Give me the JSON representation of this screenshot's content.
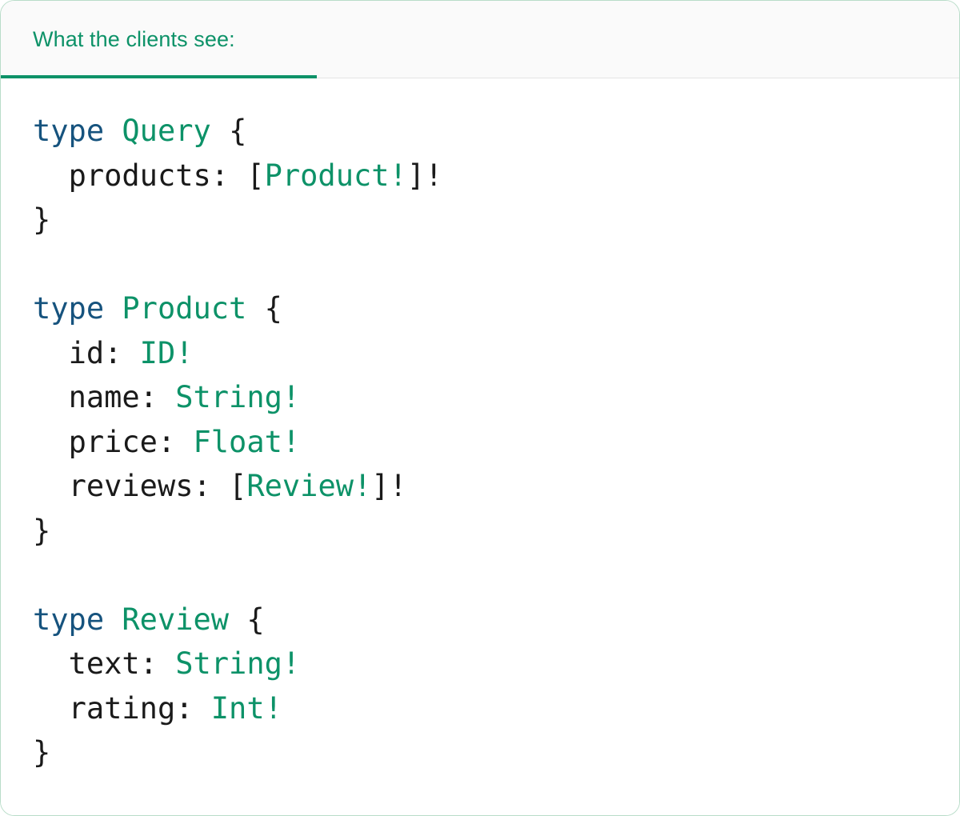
{
  "card": {
    "border_color": "#b9ddc9",
    "background": "#ffffff"
  },
  "tabs": {
    "active_index": 0,
    "accent_color": "#0d9268",
    "bar_background": "#fafafa",
    "items": [
      {
        "label": "What the clients see:"
      }
    ]
  },
  "code_block": {
    "language": "graphql",
    "colors": {
      "keyword": "#16537e",
      "type_name": "#0d9268",
      "punctuation": "#1a1a1a",
      "field": "#1a1a1a"
    },
    "raw_text": "type Query {\n  products: [Product!]!\n}\n\ntype Product {\n  id: ID!\n  name: String!\n  price: Float!\n  reviews: [Review!]!\n}\n\ntype Review {\n  text: String!\n  rating: Int!\n}",
    "lines": [
      {
        "id": "l1",
        "tokens": [
          {
            "t": "type",
            "c": "kw"
          },
          {
            "t": " ",
            "c": "plain"
          },
          {
            "t": "Query",
            "c": "type"
          },
          {
            "t": " ",
            "c": "plain"
          },
          {
            "t": "{",
            "c": "punc"
          }
        ]
      },
      {
        "id": "l2",
        "tokens": [
          {
            "t": "  ",
            "c": "plain"
          },
          {
            "t": "products:",
            "c": "field"
          },
          {
            "t": " ",
            "c": "plain"
          },
          {
            "t": "[",
            "c": "punc"
          },
          {
            "t": "Product!",
            "c": "type"
          },
          {
            "t": "]!",
            "c": "punc"
          }
        ]
      },
      {
        "id": "l3",
        "tokens": [
          {
            "t": "}",
            "c": "punc"
          }
        ]
      },
      {
        "id": "l4",
        "tokens": [
          {
            "t": "",
            "c": "plain"
          }
        ]
      },
      {
        "id": "l5",
        "tokens": [
          {
            "t": "type",
            "c": "kw"
          },
          {
            "t": " ",
            "c": "plain"
          },
          {
            "t": "Product",
            "c": "type"
          },
          {
            "t": " ",
            "c": "plain"
          },
          {
            "t": "{",
            "c": "punc"
          }
        ]
      },
      {
        "id": "l6",
        "tokens": [
          {
            "t": "  ",
            "c": "plain"
          },
          {
            "t": "id:",
            "c": "field"
          },
          {
            "t": " ",
            "c": "plain"
          },
          {
            "t": "ID!",
            "c": "type"
          }
        ]
      },
      {
        "id": "l7",
        "tokens": [
          {
            "t": "  ",
            "c": "plain"
          },
          {
            "t": "name:",
            "c": "field"
          },
          {
            "t": " ",
            "c": "plain"
          },
          {
            "t": "String!",
            "c": "type"
          }
        ]
      },
      {
        "id": "l8",
        "tokens": [
          {
            "t": "  ",
            "c": "plain"
          },
          {
            "t": "price:",
            "c": "field"
          },
          {
            "t": " ",
            "c": "plain"
          },
          {
            "t": "Float!",
            "c": "type"
          }
        ]
      },
      {
        "id": "l9",
        "tokens": [
          {
            "t": "  ",
            "c": "plain"
          },
          {
            "t": "reviews:",
            "c": "field"
          },
          {
            "t": " ",
            "c": "plain"
          },
          {
            "t": "[",
            "c": "punc"
          },
          {
            "t": "Review!",
            "c": "type"
          },
          {
            "t": "]!",
            "c": "punc"
          }
        ]
      },
      {
        "id": "l10",
        "tokens": [
          {
            "t": "}",
            "c": "punc"
          }
        ]
      },
      {
        "id": "l11",
        "tokens": [
          {
            "t": "",
            "c": "plain"
          }
        ]
      },
      {
        "id": "l12",
        "tokens": [
          {
            "t": "type",
            "c": "kw"
          },
          {
            "t": " ",
            "c": "plain"
          },
          {
            "t": "Review",
            "c": "type"
          },
          {
            "t": " ",
            "c": "plain"
          },
          {
            "t": "{",
            "c": "punc"
          }
        ]
      },
      {
        "id": "l13",
        "tokens": [
          {
            "t": "  ",
            "c": "plain"
          },
          {
            "t": "text:",
            "c": "field"
          },
          {
            "t": " ",
            "c": "plain"
          },
          {
            "t": "String!",
            "c": "type"
          }
        ]
      },
      {
        "id": "l14",
        "tokens": [
          {
            "t": "  ",
            "c": "plain"
          },
          {
            "t": "rating:",
            "c": "field"
          },
          {
            "t": " ",
            "c": "plain"
          },
          {
            "t": "Int!",
            "c": "type"
          }
        ]
      },
      {
        "id": "l15",
        "tokens": [
          {
            "t": "}",
            "c": "punc"
          }
        ]
      }
    ]
  }
}
